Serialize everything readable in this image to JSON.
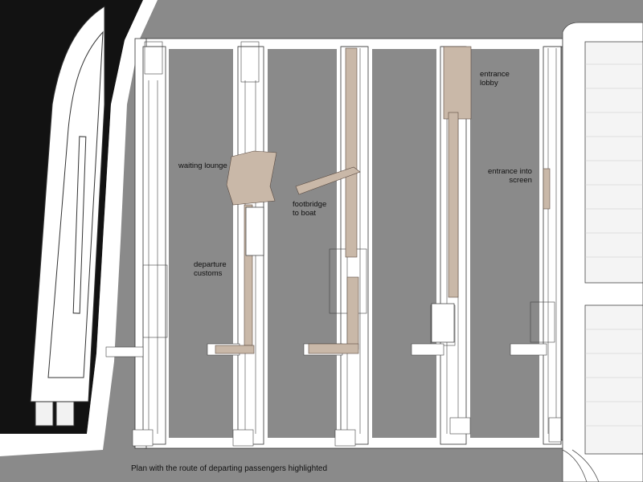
{
  "labels": {
    "waiting_lounge": "waiting lounge",
    "departure_customs_line1": "departure",
    "departure_customs_line2": "customs",
    "footbridge_line1": "footbridge",
    "footbridge_line2": "to boat",
    "entrance_lobby_line1": "entrance",
    "entrance_lobby_line2": "lobby",
    "entrance_screen_line1": "entrance into",
    "entrance_screen_line2": "screen"
  },
  "caption": "Plan with the route of departing passengers highlighted",
  "colors": {
    "water": "#111111",
    "ground": "#8a8a8a",
    "paper": "#ffffff",
    "route_highlight": "#c9b8a8",
    "linework": "#3a3a3a"
  }
}
